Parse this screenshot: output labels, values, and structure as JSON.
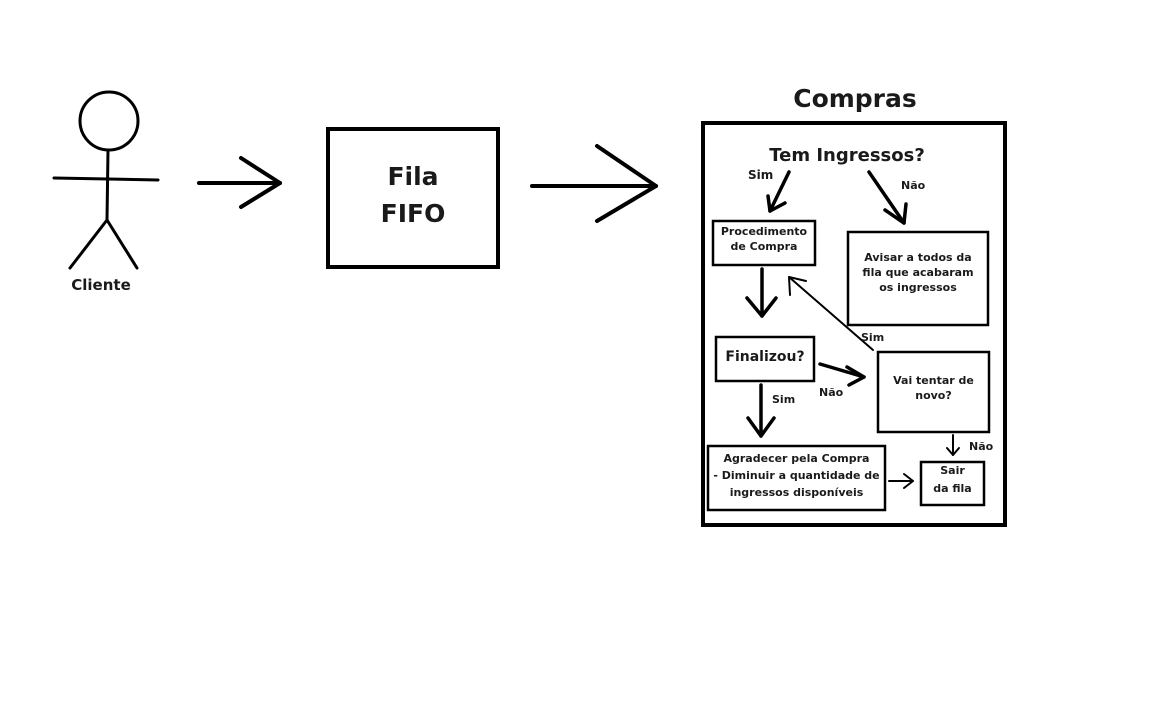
{
  "actor": {
    "label": "Cliente"
  },
  "queue": {
    "line1": "Fila",
    "line2": "FIFO"
  },
  "purchases": {
    "title": "Compras",
    "question": "Tem Ingressos?",
    "procedure": "Procedimento de Compra",
    "notify": "Avisar a todos da fila que acabaram os ingressos",
    "finished": "Finalizou?",
    "retry": "Vai tentar de novo?",
    "thank_line1": "Agradecer pela Compra",
    "thank_line2": "- Diminuir a quantidade de",
    "thank_line3": "ingressos disponíveis",
    "leave_line1": "Sair",
    "leave_line2": "da fila"
  },
  "edges": {
    "yes_procedure": "Sim",
    "no_notify": "Não",
    "yes_retry": "Sim",
    "no_finished": "Não",
    "yes_finished": "Sim",
    "no_retry": "Não"
  }
}
